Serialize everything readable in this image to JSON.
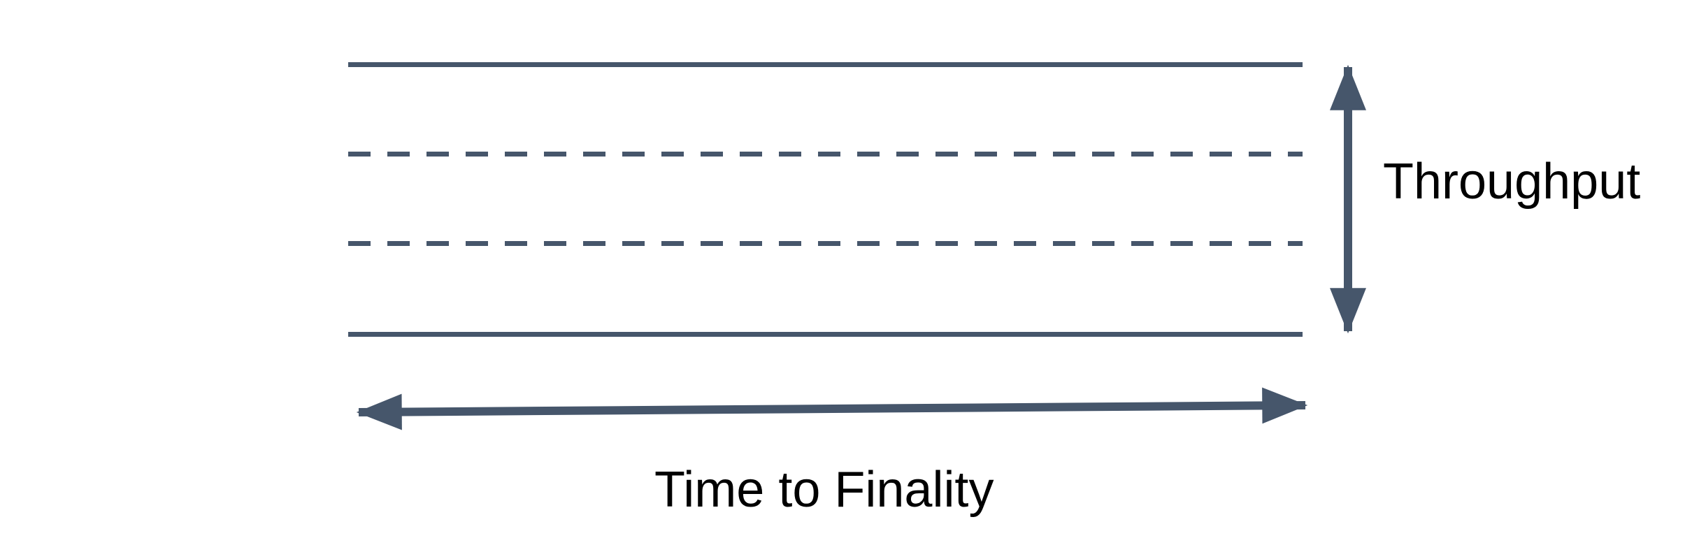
{
  "colors": {
    "line": "#46566B",
    "text": "#000000",
    "background": "#FFFFFF"
  },
  "diagram": {
    "band": {
      "lines": [
        {
          "id": "top-boundary",
          "style": "solid"
        },
        {
          "id": "inner-divider-1",
          "style": "dashed"
        },
        {
          "id": "inner-divider-2",
          "style": "dashed"
        },
        {
          "id": "bottom-boundary",
          "style": "solid"
        }
      ]
    },
    "labels": {
      "throughput": "Throughput",
      "time_to_finality": "Time to Finality"
    }
  }
}
